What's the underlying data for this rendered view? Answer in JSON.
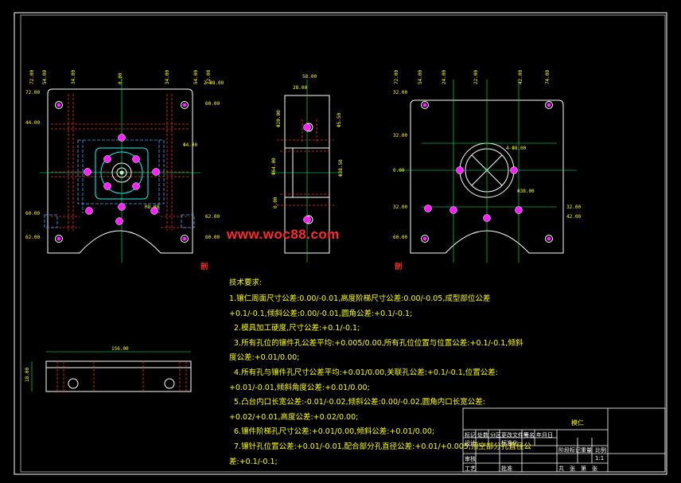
{
  "drawing": {
    "watermark": "www.woc88.com",
    "view_labels": {
      "left": "剖",
      "right": "剖"
    },
    "front_dims": {
      "top": [
        "72.00",
        "54.00",
        "34.00",
        "0.00",
        "34.00",
        "54.00",
        "72.00"
      ],
      "left": [
        "72.00",
        "44.00",
        "60.00",
        "62.00"
      ],
      "right": [
        "60.00",
        "60.00",
        "62.00"
      ],
      "callouts": [
        "2-Φ8.00",
        "Φ4.00",
        "R8.00"
      ]
    },
    "side_dims": {
      "top": [
        "58.00",
        "28.00"
      ],
      "left": [
        "Φ20.00",
        "Φ64.00",
        "0.00"
      ],
      "right": [
        "Φ5.50",
        "Φ38.50"
      ]
    },
    "back_dims": {
      "top": [
        "72.00",
        "54.00",
        "24.00",
        "22.00",
        "42.00",
        "74.00"
      ],
      "left": [
        "32.00",
        "32.00",
        "0.00",
        "32.00",
        "60.00"
      ],
      "right": [
        "32.00",
        "42.00"
      ],
      "callouts": [
        "4-Φ8.00",
        "Φ38.00"
      ]
    },
    "bottom_view": {
      "width": "156.00",
      "height": "18.00"
    }
  },
  "notes": {
    "title": "技术要求:",
    "lines": [
      "1.镶仁周面尺寸公差:0.00/-0.01,高度阶梯尺寸公差:0.00/-0.05,成型部位公差",
      "+0.1/-0.1,倾斜公差:0.00/-0.01,圆角公差:+0.1/-0.1;",
      "2.模具加工硬度,尺寸公差:+0.1/-0.1;",
      "3.所有孔位的镶件孔公差平均:+0.005/0.00,所有孔位位置与位置公差:+0.1/-0.1,倾斜",
      "度公差:+0.01/0.00;",
      "4.所有孔与镶件孔尺寸公差平均:+0.01/0.00,关联孔公差:+0.1/-0.1,位置公差:",
      "+0.01/-0.01,倾斜角度公差:+0.01/0.00;",
      "5.凸台内口长宽公差:-0.01/-0.02,倾斜公差:0.00/-0.02,圆角内口长宽公差:",
      "+0.02/+0.01,高度公差:+0.02/0.00;",
      "6.镶件阶梯孔尺寸公差:+0.01/0.00,倾斜公差:+0.01/0.00;",
      "7.镶针孔位置公差:+0.01/-0.01,配合部分孔直径公差:+0.01/+0.005,顶空部分孔直径公",
      "差:+0.1/-0.1;"
    ]
  },
  "title_block": {
    "part_name": "模仁",
    "rows": [
      [
        "标记",
        "处数",
        "分区",
        "更改文件号",
        "签名",
        "年月日"
      ],
      [
        "设计",
        "",
        "标准化",
        ""
      ],
      [
        "审核",
        "",
        ""
      ],
      [
        "工艺",
        "",
        "批准"
      ]
    ],
    "right_headers": [
      "阶段标记",
      "重量",
      "比例"
    ],
    "scale": "1:1",
    "sheet": [
      "共",
      "张",
      "第",
      "张"
    ]
  }
}
